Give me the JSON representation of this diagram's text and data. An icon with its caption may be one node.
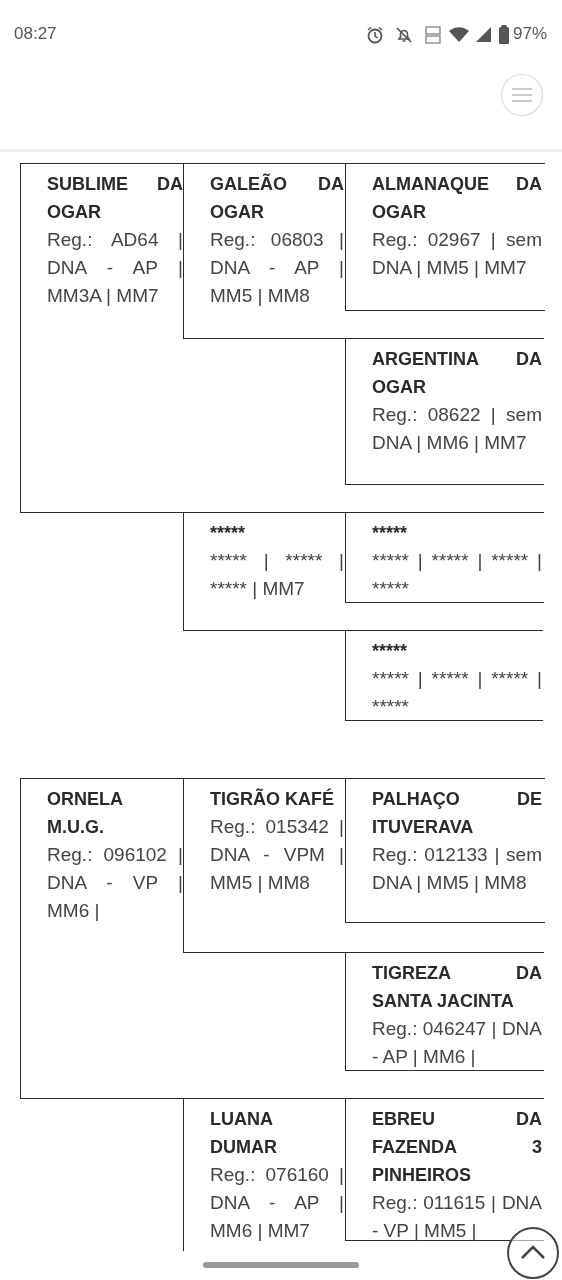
{
  "diagram": {
    "nodes": [
      {
        "text": [
          "SUBLIME DA OGAR",
          "Reg.: AD64 | DNA - AP | MM3A | MM7"
        ]
      },
      {
        "text": [
          "GALEÃO DA OGAR",
          "Reg.: 06803 | DNA - AP | MM5 | MM8"
        ],
        "in": 0
      },
      {
        "text": [
          "ALMANAQUE DA OGAR",
          "Reg.: 02967 | sem DNA | MM5 | MM7"
        ],
        "in": 1
      },
      {
        "text": [
          "ARGENTINA DA OGAR",
          "Reg.: 08622 | sem DNA | MM6 | MM7"
        ],
        "in": 0
      },
      {
        "text": [
          "*****",
          "***** | ***** | ***** | MM7"
        ]
      },
      {
        "text": [
          "*****",
          "***** | ***** | ***** | *****"
        ],
        "in": 4
      },
      {
        "text": [
          "*****",
          "***** | ***** | ***** | *****"
        ]
      },
      {
        "text": [
          "ORNELA M.U.G.",
          "Reg.: 096102 | DNA - VP | MM6 |"
        ]
      },
      {
        "text": [
          "TIGRÃO KAFÉ",
          "Reg.: 015342 | DNA - VPM | MM5 | MM8"
        ],
        "in": 7
      },
      {
        "text": [
          "PALHAÇO DE ITUVERAVA",
          "Reg.: 012133 | sem DNA | MM5 | MM8"
        ],
        "in": 8
      },
      {
        "text": [
          "TIGREZA DA SANTA JACINTA",
          "Reg.: 046247 | DNA - AP | MM6 |"
        ],
        "in": 7
      },
      {
        "text": [
          "LUANA DUMAR",
          "Reg.: 076160 | DNA - AP | MM6 | MM7"
        ]
      },
      {
        "text": [
          "EBREU DA FAZENDA 3 PINHEIROS",
          "Reg.: 011615 | DNA - VP | MM5 |"
        ],
        "in": 11
      }
    ],
    "labels": [
      "08:27",
      "97%"
    ]
  }
}
